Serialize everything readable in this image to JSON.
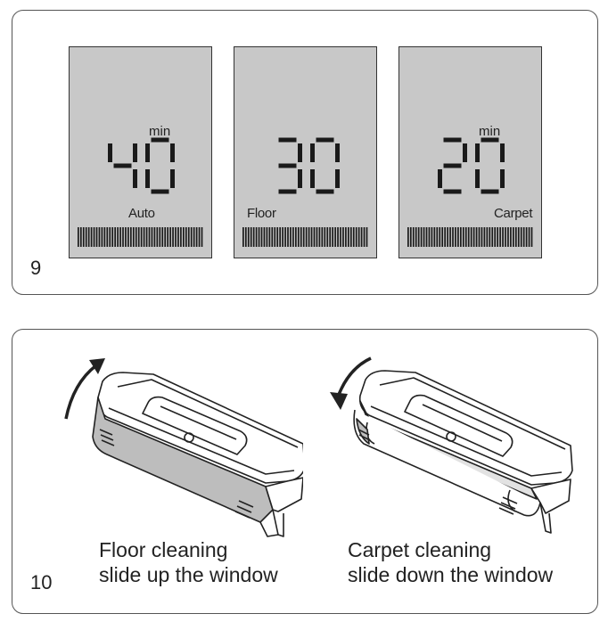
{
  "figure9": {
    "number": "9",
    "displays": [
      {
        "digits": "40",
        "unit": "min",
        "mode": "Auto"
      },
      {
        "digits": "30",
        "unit": "",
        "mode": "Floor"
      },
      {
        "digits": "20",
        "unit": "min",
        "mode": "Carpet"
      }
    ]
  },
  "figure10": {
    "number": "10",
    "floor": {
      "line1": "Floor cleaning",
      "line2": "slide up the window"
    },
    "carpet": {
      "line1": "Carpet cleaning",
      "line2": "slide down the window"
    }
  },
  "colors": {
    "lcd_background": "#c8c8c8",
    "window_gray": "#bdbdbd",
    "outline": "#222222"
  }
}
